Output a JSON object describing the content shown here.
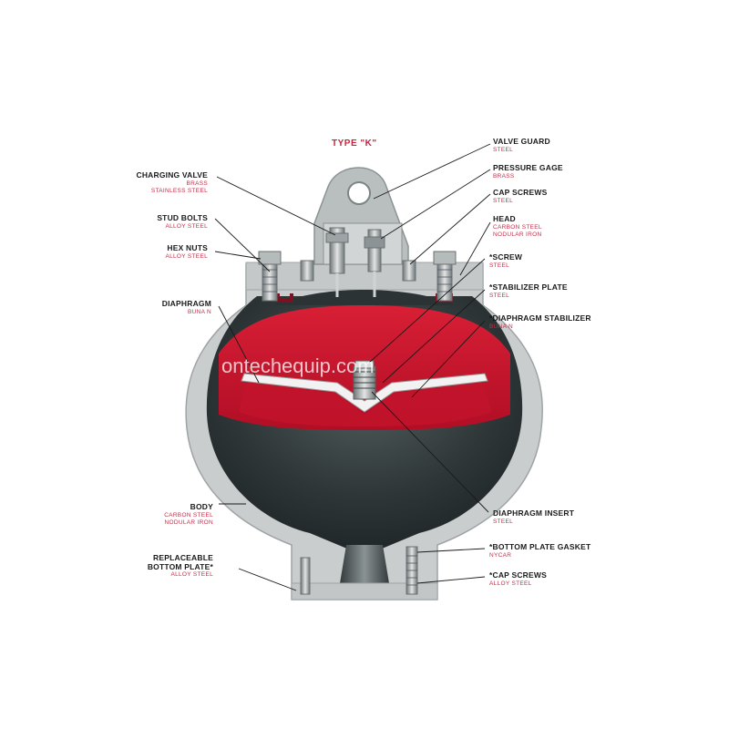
{
  "diagram": {
    "title": "TYPE \"K\"",
    "watermark": "ontechequip.com",
    "colors": {
      "red": "#c8102e",
      "dark": "#2c3436",
      "steel": "#c9cdce",
      "label_red": "#c23048"
    },
    "labels_left": [
      {
        "id": "charging-valve",
        "name": "CHARGING VALVE",
        "materials": [
          "BRASS",
          "STAINLESS STEEL"
        ]
      },
      {
        "id": "stud-bolts",
        "name": "STUD BOLTS",
        "materials": [
          "ALLOY STEEL"
        ]
      },
      {
        "id": "hex-nuts",
        "name": "HEX NUTS",
        "materials": [
          "ALLOY STEEL"
        ]
      },
      {
        "id": "diaphragm",
        "name": "DIAPHRAGM",
        "materials": [
          "BUNA N"
        ]
      },
      {
        "id": "body",
        "name": "BODY",
        "materials": [
          "CARBON STEEL",
          "NODULAR IRON"
        ]
      },
      {
        "id": "bottom-plate",
        "name": "REPLACEABLE BOTTOM PLATE*",
        "name_lines": [
          "REPLACEABLE",
          "BOTTOM PLATE*"
        ],
        "materials": [
          "ALLOY STEEL"
        ]
      }
    ],
    "labels_right": [
      {
        "id": "valve-guard",
        "name": "VALVE GUARD",
        "materials": [
          "STEEL"
        ]
      },
      {
        "id": "pressure-gage",
        "name": "PRESSURE GAGE",
        "materials": [
          "BRASS"
        ]
      },
      {
        "id": "cap-screws-top",
        "name": "CAP SCREWS",
        "materials": [
          "STEEL"
        ]
      },
      {
        "id": "head",
        "name": "HEAD",
        "materials": [
          "CARBON STEEL",
          "NODULAR IRON"
        ]
      },
      {
        "id": "screw",
        "name": "*SCREW",
        "materials": [
          "STEEL"
        ]
      },
      {
        "id": "stabilizer-plate",
        "name": "*STABILIZER PLATE",
        "materials": [
          "STEEL"
        ]
      },
      {
        "id": "diaphragm-stabilizer",
        "name": "*DIAPHRAGM STABILIZER",
        "materials": [
          "BUNA N"
        ]
      },
      {
        "id": "diaphragm-insert",
        "name": "DIAPHRAGM INSERT",
        "materials": [
          "STEEL"
        ]
      },
      {
        "id": "bottom-plate-gasket",
        "name": "*BOTTOM PLATE GASKET",
        "materials": [
          "NYCAR"
        ]
      },
      {
        "id": "cap-screws-bottom",
        "name": "*CAP SCREWS",
        "materials": [
          "ALLOY STEEL"
        ]
      }
    ]
  }
}
